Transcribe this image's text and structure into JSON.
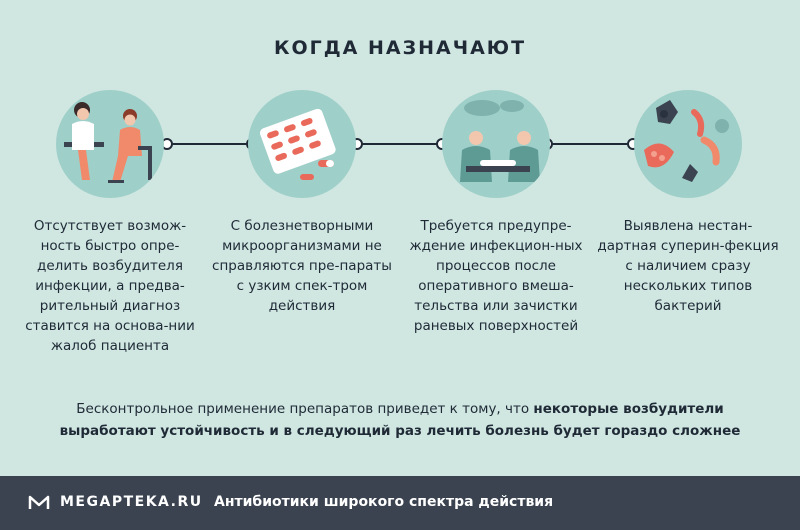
{
  "header": {
    "title": "КОГДА НАЗНАЧАЮТ"
  },
  "steps": [
    {
      "icon": "doctor-consultation-icon",
      "text": "Отсутствует возмож-ность быстро опре-делить возбудителя инфекции, а предва-рительный диагноз ставится на основа-нии жалоб пациента"
    },
    {
      "icon": "pills-blister-icon",
      "text": "С болезнетворными микроорганизмами не справляются пре-параты с узким спек-тром действия"
    },
    {
      "icon": "surgery-icon",
      "text": "Требуется предупре-ждение инфекцион-ных процессов после оперативного вмеша-тельства или зачистки раневых поверхностей"
    },
    {
      "icon": "bacteria-icon",
      "text": "Выявлена нестан-дартная суперин-фекция с наличием сразу нескольких типов бактерий"
    }
  ],
  "note": {
    "plain": "Бесконтрольное применение препаратов приведет к тому, что ",
    "bold": "некоторые возбудители выработают устойчивость и в следующий раз лечить болезнь будет гораздо сложнее"
  },
  "footer": {
    "brand": "MEGAPTEKA.RU",
    "title": "Антибиотики широкого спектра действия"
  },
  "colors": {
    "background": "#cfe6e1",
    "circle": "#9fcfc9",
    "text": "#1f2a36",
    "footer": "#3b4350"
  }
}
